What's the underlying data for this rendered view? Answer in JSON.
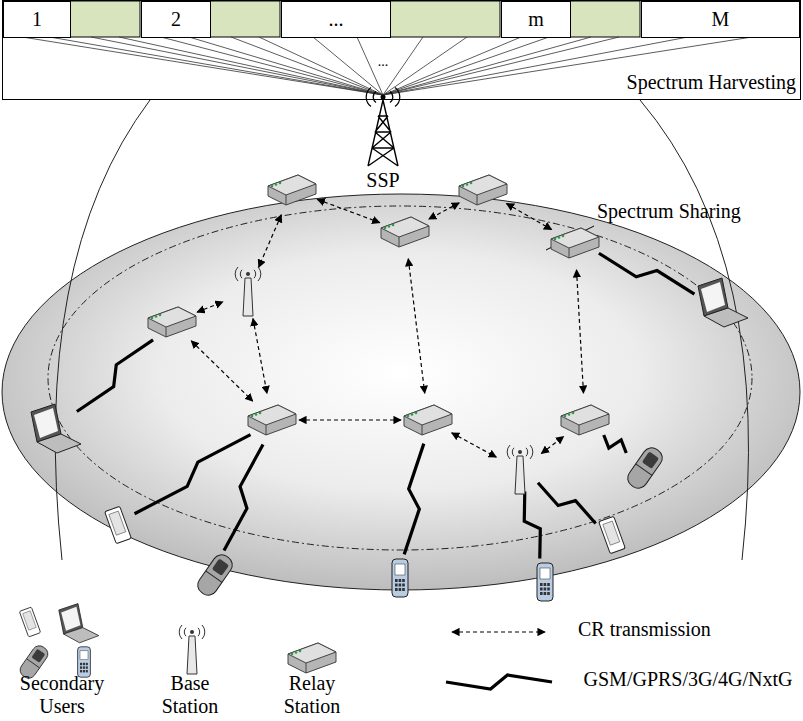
{
  "diagram": {
    "nodes": [
      {
        "text": [
          "Spectrum Harvesting"
        ]
      },
      {
        "text": [
          "1"
        ],
        "in": 0
      },
      {
        "text": [
          "2"
        ],
        "in": 0
      },
      {
        "text": [
          "..."
        ],
        "in": 0
      },
      {
        "text": [
          "m"
        ],
        "in": 0
      },
      {
        "text": [
          "M"
        ],
        "in": 0
      }
    ],
    "labels": [
      "...",
      "SSP",
      "Spectrum Sharing"
    ],
    "legend": [
      {
        "text": "Secondary Users"
      },
      {
        "text": "Base Station"
      },
      {
        "text": "Relay Station"
      },
      {
        "text": "CR transmission"
      },
      {
        "text": "GSM/GPRS/3G/4G/NxtG"
      }
    ]
  }
}
